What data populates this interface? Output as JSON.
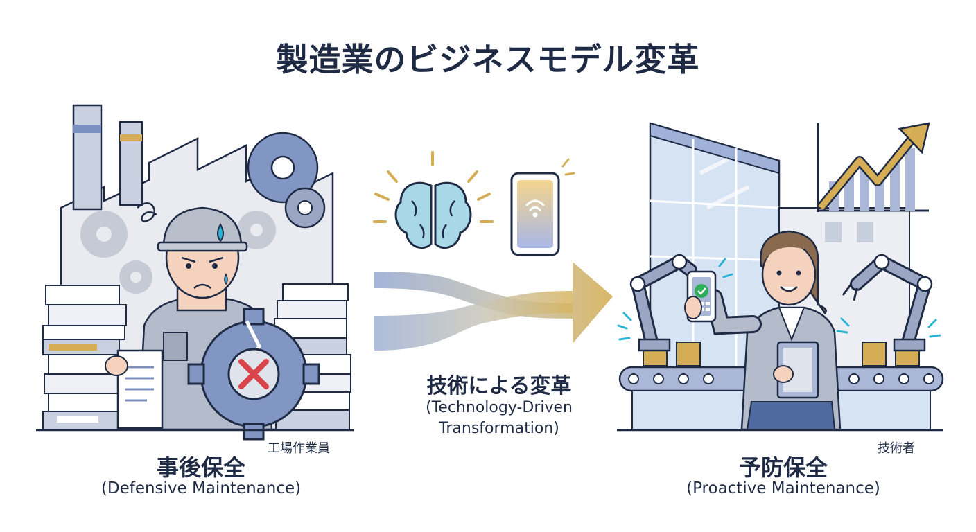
{
  "title": "製造業のビジネスモデル変革",
  "left": {
    "role": "工場作業員",
    "heading": "事後保全",
    "subheading": "(Defensive Maintenance)"
  },
  "center": {
    "heading": "技術による変革",
    "subheading_line1": "(Technology-Driven",
    "subheading_line2": "Transformation)"
  },
  "right": {
    "role": "技術者",
    "heading": "予防保全",
    "subheading": "(Proactive Maintenance)"
  },
  "colors": {
    "navy": "#1f2b45",
    "steel_blue": "#7b90bf",
    "light_gray": "#e8eaf0",
    "gold": "#d5ad55",
    "warning_red": "#d9444a",
    "check_green": "#2fae5a",
    "accent_cyan": "#2bb3d6"
  },
  "icons": [
    "factory-icon",
    "gear-icon",
    "broken-gear-icon",
    "error-x-icon",
    "brain-icon",
    "smartphone-icon",
    "wifi-icon",
    "arrow-right-icon",
    "chart-up-icon",
    "robot-arm-icon",
    "conveyor-icon",
    "checkmark-icon",
    "tablet-icon"
  ]
}
